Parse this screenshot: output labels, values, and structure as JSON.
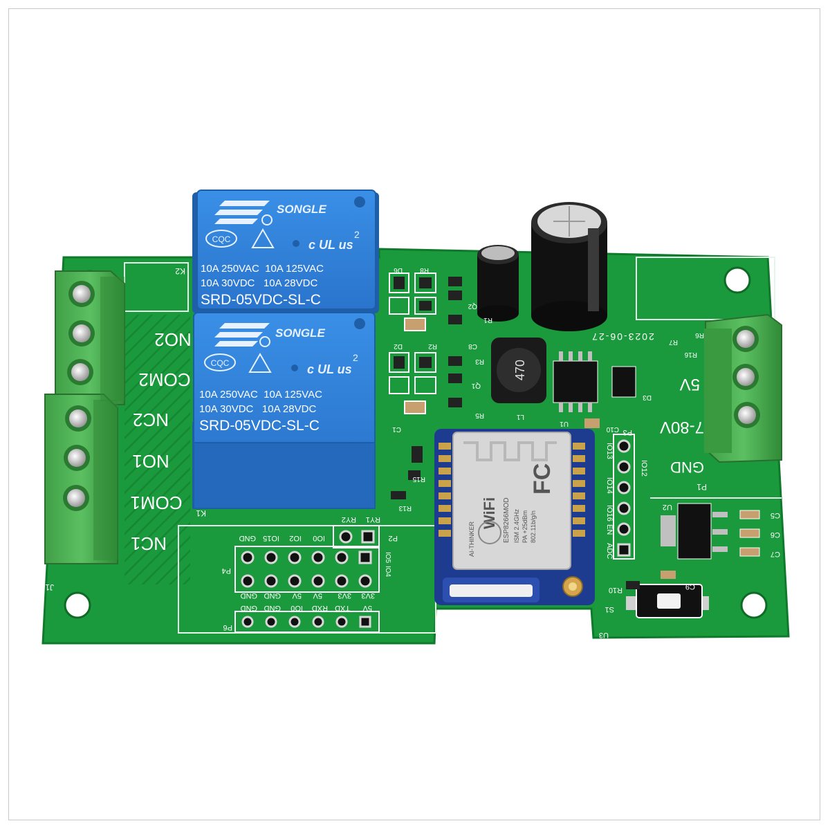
{
  "relays": [
    {
      "brand": "SONGLE",
      "cert_mark": "CQC",
      "ul_mark": "c UL us",
      "ul_digit": "2",
      "rating_row1": "10A 250VAC  10A 125VAC",
      "rating_row2": "10A 30VDC   10A 28VDC",
      "model": "SRD-05VDC-SL-C",
      "board_ref": "K2"
    },
    {
      "brand": "SONGLE",
      "cert_mark": "CQC",
      "ul_mark": "c UL us",
      "ul_digit": "2",
      "rating_row1": "10A 250VAC  10A 125VAC",
      "rating_row2": "10A 30VDC   10A 28VDC",
      "model": "SRD-05VDC-SL-C",
      "board_ref": "K1"
    }
  ],
  "left_terminals": [
    "NO2",
    "COM2",
    "NC2",
    "NO1",
    "COM1",
    "NC1"
  ],
  "left_ref": "J1",
  "right_terminals": [
    "5V",
    "7-80V",
    "GND"
  ],
  "right_ref": "P1",
  "board_date": "2023-06-27",
  "inductor_value": "470",
  "wifi_module": {
    "wifi_label": "WiFi",
    "model": "ESP8266MOD",
    "vendor": "AI-THINKER",
    "fc_mark": "FC",
    "ism": "ISM 2.4GHz",
    "pa": "PA +25dBm",
    "standard": "802.11b/g/n"
  },
  "gpio_header": {
    "left_labels": [
      "IO13",
      "IO14",
      "IO16"
    ],
    "right_labels": [
      "IO12",
      "EN",
      "ADC"
    ],
    "ref": "P3"
  },
  "relay_header": {
    "top_labels": [
      "RY2",
      "RY1"
    ],
    "ref": "P2",
    "side_labels": [
      "IO5",
      "IO4"
    ]
  },
  "p4_header": {
    "top_labels": [
      "GND",
      "IO15",
      "IO2",
      "IO0"
    ],
    "bottom_labels": [
      "GND",
      "GND",
      "5V",
      "5V",
      "3V3",
      "3V3"
    ],
    "ref": "P4"
  },
  "p6_header": {
    "labels": [
      "GND",
      "GND",
      "IO0",
      "RXD",
      "TXD",
      "5V"
    ],
    "ref": "P6"
  },
  "refs": {
    "D6": "D6",
    "R8": "R8",
    "Q2": "Q2",
    "R1": "R1",
    "R2": "R2",
    "D2": "D2",
    "C8": "C8",
    "R3": "R3",
    "Q1": "Q1",
    "R5": "R5",
    "C1": "C1",
    "R15": "R15",
    "R13": "R13",
    "L1": "L1",
    "U1": "U1",
    "D3": "D3",
    "C10": "C10",
    "R6": "R6",
    "R7": "R7",
    "R16": "R16",
    "U2": "U2",
    "C5": "C5",
    "C6": "C6",
    "C7": "C7",
    "R10": "R10",
    "C9": "C9",
    "S1": "S1",
    "U3": "U3"
  },
  "colors": {
    "pcb": "#1a9a3c",
    "pcb_dark": "#127a2d",
    "relay": "#2f7fd6",
    "relay_dark": "#1f5fa8",
    "terminal": "#4caf50",
    "silk": "#ffffff"
  }
}
